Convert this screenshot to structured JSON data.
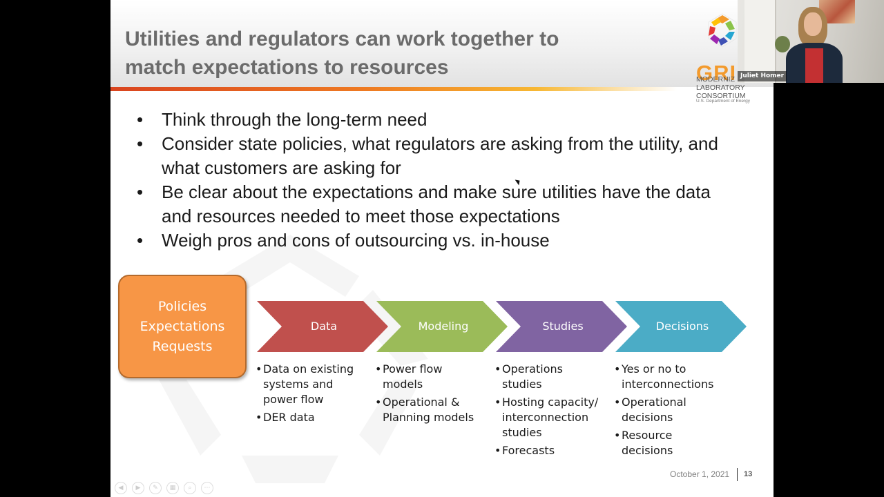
{
  "slide": {
    "title_line1": "Utilities and regulators can work together to",
    "title_line2": "match expectations to resources",
    "bullets": [
      "Think through the long-term need",
      "Consider state policies, what regulators are asking from the utility, and what customers are asking for",
      "Be clear about the expectations and make sure utilities have the data and resources needed to meet those expectations",
      "Weigh pros and cons of outsourcing vs. in-house"
    ],
    "policy_box": {
      "line1": "Policies",
      "line2": "Expectations",
      "line3": "Requests",
      "color": "#f79646"
    },
    "steps": [
      {
        "label": "Data",
        "color": "#c0504d",
        "items": [
          "Data on existing systems and power flow",
          "DER data"
        ]
      },
      {
        "label": "Modeling",
        "color": "#9bbb59",
        "items": [
          "Power flow models",
          "Operational & Planning models"
        ]
      },
      {
        "label": "Studies",
        "color": "#8064a2",
        "items": [
          "Operations studies",
          "Hosting capacity/ interconnection studies",
          "Forecasts"
        ]
      },
      {
        "label": "Decisions",
        "color": "#4bacc6",
        "items": [
          "Yes or no to interconnections",
          "Operational decisions",
          "Resource decisions"
        ]
      }
    ],
    "footer": {
      "date": "October 1, 2021",
      "page": "13"
    }
  },
  "logo": {
    "letters": "GRI",
    "line1": "MODERNIZ",
    "line2": "LABORATORY",
    "line3": "CONSORTIUM",
    "line4": "U.S. Department of Energy",
    "accent": "#f39a2c"
  },
  "video": {
    "participant_name": "Juliet Homer"
  },
  "controls": {
    "icons": [
      "prev-slide-icon",
      "next-slide-icon",
      "pen-icon",
      "slides-grid-icon",
      "zoom-icon",
      "more-icon"
    ]
  }
}
